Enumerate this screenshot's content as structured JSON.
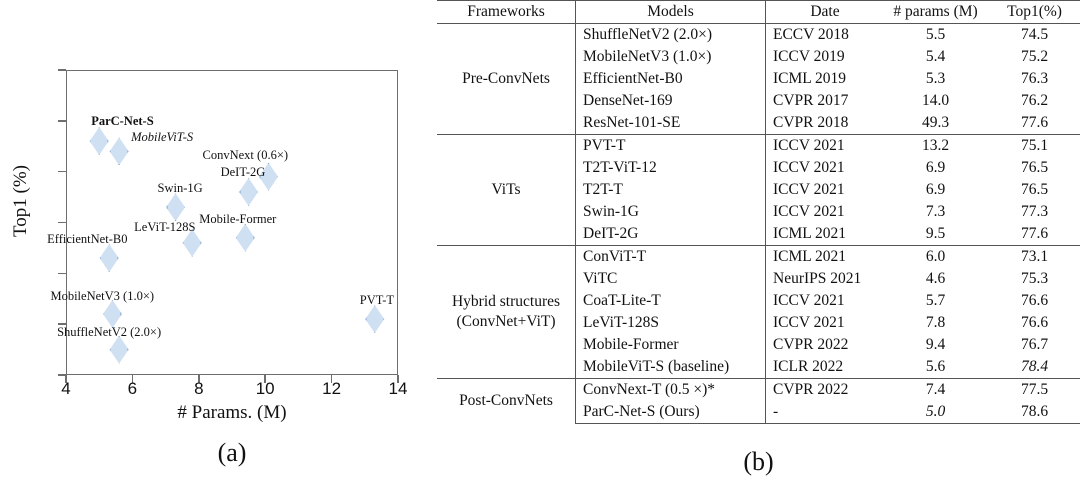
{
  "chart_data": {
    "type": "scatter",
    "title": "",
    "xlabel": "# Params. (M)",
    "ylabel": "Top1 (%)",
    "xlim": [
      4,
      14
    ],
    "ylim": [
      74,
      80
    ],
    "xticks": [
      "4",
      "6",
      "8",
      "10",
      "12",
      "14"
    ],
    "yticks": [
      "74",
      "75",
      "76",
      "77",
      "78",
      "79",
      "80"
    ],
    "grid": false,
    "legend": "none",
    "marker": "diamond",
    "marker_fill": "#cfe0f2",
    "marker_edge": "#7da3cd",
    "points": [
      {
        "label": "ParC-Net-S",
        "x": 5.0,
        "y": 78.6,
        "style": "bold",
        "lx": -8,
        "ly": -26
      },
      {
        "label": "MobileViT-S",
        "x": 5.6,
        "y": 78.4,
        "style": "italic",
        "lx": 12,
        "ly": -20
      },
      {
        "label": "ConvNext (0.6×)",
        "x": 10.1,
        "y": 77.9,
        "style": "normal",
        "lx": -66,
        "ly": -28
      },
      {
        "label": "DeIT-2G",
        "x": 9.5,
        "y": 77.6,
        "style": "normal",
        "lx": -28,
        "ly": -26
      },
      {
        "label": "Swin-1G",
        "x": 7.3,
        "y": 77.3,
        "style": "normal",
        "lx": -18,
        "ly": -25
      },
      {
        "label": "Mobile-Former",
        "x": 9.4,
        "y": 76.7,
        "style": "normal",
        "lx": -46,
        "ly": -25
      },
      {
        "label": "LeViT-128S",
        "x": 7.8,
        "y": 76.6,
        "style": "normal",
        "lx": -58,
        "ly": -22
      },
      {
        "label": "EfficientNet-B0",
        "x": 5.3,
        "y": 76.3,
        "style": "normal",
        "lx": -62,
        "ly": -25
      },
      {
        "label": "MobileNetV3 (1.0×)",
        "x": 5.4,
        "y": 75.2,
        "style": "normal",
        "lx": -62,
        "ly": -24
      },
      {
        "label": "ShuffleNetV2 (2.0×)",
        "x": 5.6,
        "y": 74.5,
        "style": "normal",
        "lx": -62,
        "ly": -24
      },
      {
        "label": "PVT-T",
        "x": 13.3,
        "y": 75.1,
        "style": "normal",
        "lx": -15,
        "ly": -25
      }
    ]
  },
  "figure": {
    "caption_a": "(a)",
    "caption_b": "(b)"
  },
  "table": {
    "headers": [
      "Frameworks",
      "Models",
      "Date",
      "# params (M)",
      "Top1(%)"
    ],
    "groups": [
      {
        "framework": "Pre-ConvNets",
        "rows": [
          {
            "model": "ShuffleNetV2 (2.0×)",
            "date": "ECCV 2018",
            "params": "5.5",
            "top1": "74.5"
          },
          {
            "model": "MobileNetV3 (1.0×)",
            "date": "ICCV 2019",
            "params": "5.4",
            "top1": "75.2"
          },
          {
            "model": "EfficientNet-B0",
            "date": "ICML 2019",
            "params": "5.3",
            "top1": "76.3"
          },
          {
            "model": "DenseNet-169",
            "date": "CVPR 2017",
            "params": "14.0",
            "top1": "76.2"
          },
          {
            "model": "ResNet-101-SE",
            "date": "CVPR 2018",
            "params": "49.3",
            "top1": "77.6"
          }
        ]
      },
      {
        "framework": "ViTs",
        "rows": [
          {
            "model": "PVT-T",
            "date": "ICCV 2021",
            "params": "13.2",
            "top1": "75.1"
          },
          {
            "model": "T2T-ViT-12",
            "date": "ICCV 2021",
            "params": "6.9",
            "top1": "76.5"
          },
          {
            "model": "T2T-T",
            "date": "ICCV 2021",
            "params": "6.9",
            "top1": "76.5"
          },
          {
            "model": "Swin-1G",
            "date": "ICCV 2021",
            "params": "7.3",
            "top1": "77.3"
          },
          {
            "model": "DeIT-2G",
            "date": "ICML 2021",
            "params": "9.5",
            "top1": "77.6"
          }
        ]
      },
      {
        "framework": "Hybrid structures (ConvNet+ViT)",
        "framework_line1": "Hybrid structures",
        "framework_line2": "(ConvNet+ViT)",
        "rows": [
          {
            "model": "ConViT-T",
            "date": "ICML 2021",
            "params": "6.0",
            "top1": "73.1"
          },
          {
            "model": "ViTC",
            "date": "NeurIPS 2021",
            "params": "4.6",
            "top1": "75.3",
            "params_style": "bold"
          },
          {
            "model": "CoaT-Lite-T",
            "date": "ICCV 2021",
            "params": "5.7",
            "top1": "76.6"
          },
          {
            "model": "LeViT-128S",
            "date": "ICCV 2021",
            "params": "7.8",
            "top1": "76.6"
          },
          {
            "model": "Mobile-Former",
            "date": "CVPR 2022",
            "params": "9.4",
            "top1": "76.7"
          },
          {
            "model": "MobileViT-S (baseline)",
            "date": "ICLR 2022",
            "params": "5.6",
            "top1": "78.4",
            "top1_style": "italic"
          }
        ]
      },
      {
        "framework": "Post-ConvNets",
        "rows": [
          {
            "model": "ConvNext-T (0.5 ×)*",
            "date": "CVPR 2022",
            "params": "7.4",
            "top1": "77.5"
          },
          {
            "model": "ParC-Net-S  (Ours)",
            "date": "-",
            "params": "5.0",
            "top1": "78.6",
            "params_style": "italic",
            "top1_style": "bold"
          }
        ]
      }
    ]
  }
}
